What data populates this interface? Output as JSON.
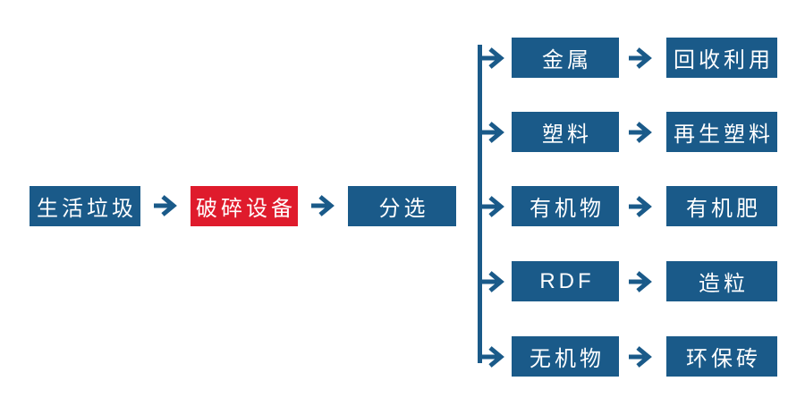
{
  "colors": {
    "primary_blue": "#1a5a89",
    "accent_red": "#df1b2c",
    "text_white": "#ffffff",
    "background": "#ffffff"
  },
  "diagram": {
    "type": "flowchart",
    "main_flow": [
      {
        "label": "生活垃圾",
        "color": "blue"
      },
      {
        "label": "破碎设备",
        "color": "red"
      },
      {
        "label": "分选",
        "color": "blue"
      }
    ],
    "branches": [
      {
        "output": "金属",
        "result": "回收利用"
      },
      {
        "output": "塑料",
        "result": "再生塑料"
      },
      {
        "output": "有机物",
        "result": "有机肥"
      },
      {
        "output": "RDF",
        "result": "造粒"
      },
      {
        "output": "无机物",
        "result": "环保砖"
      }
    ],
    "arrow_icon": "→"
  }
}
